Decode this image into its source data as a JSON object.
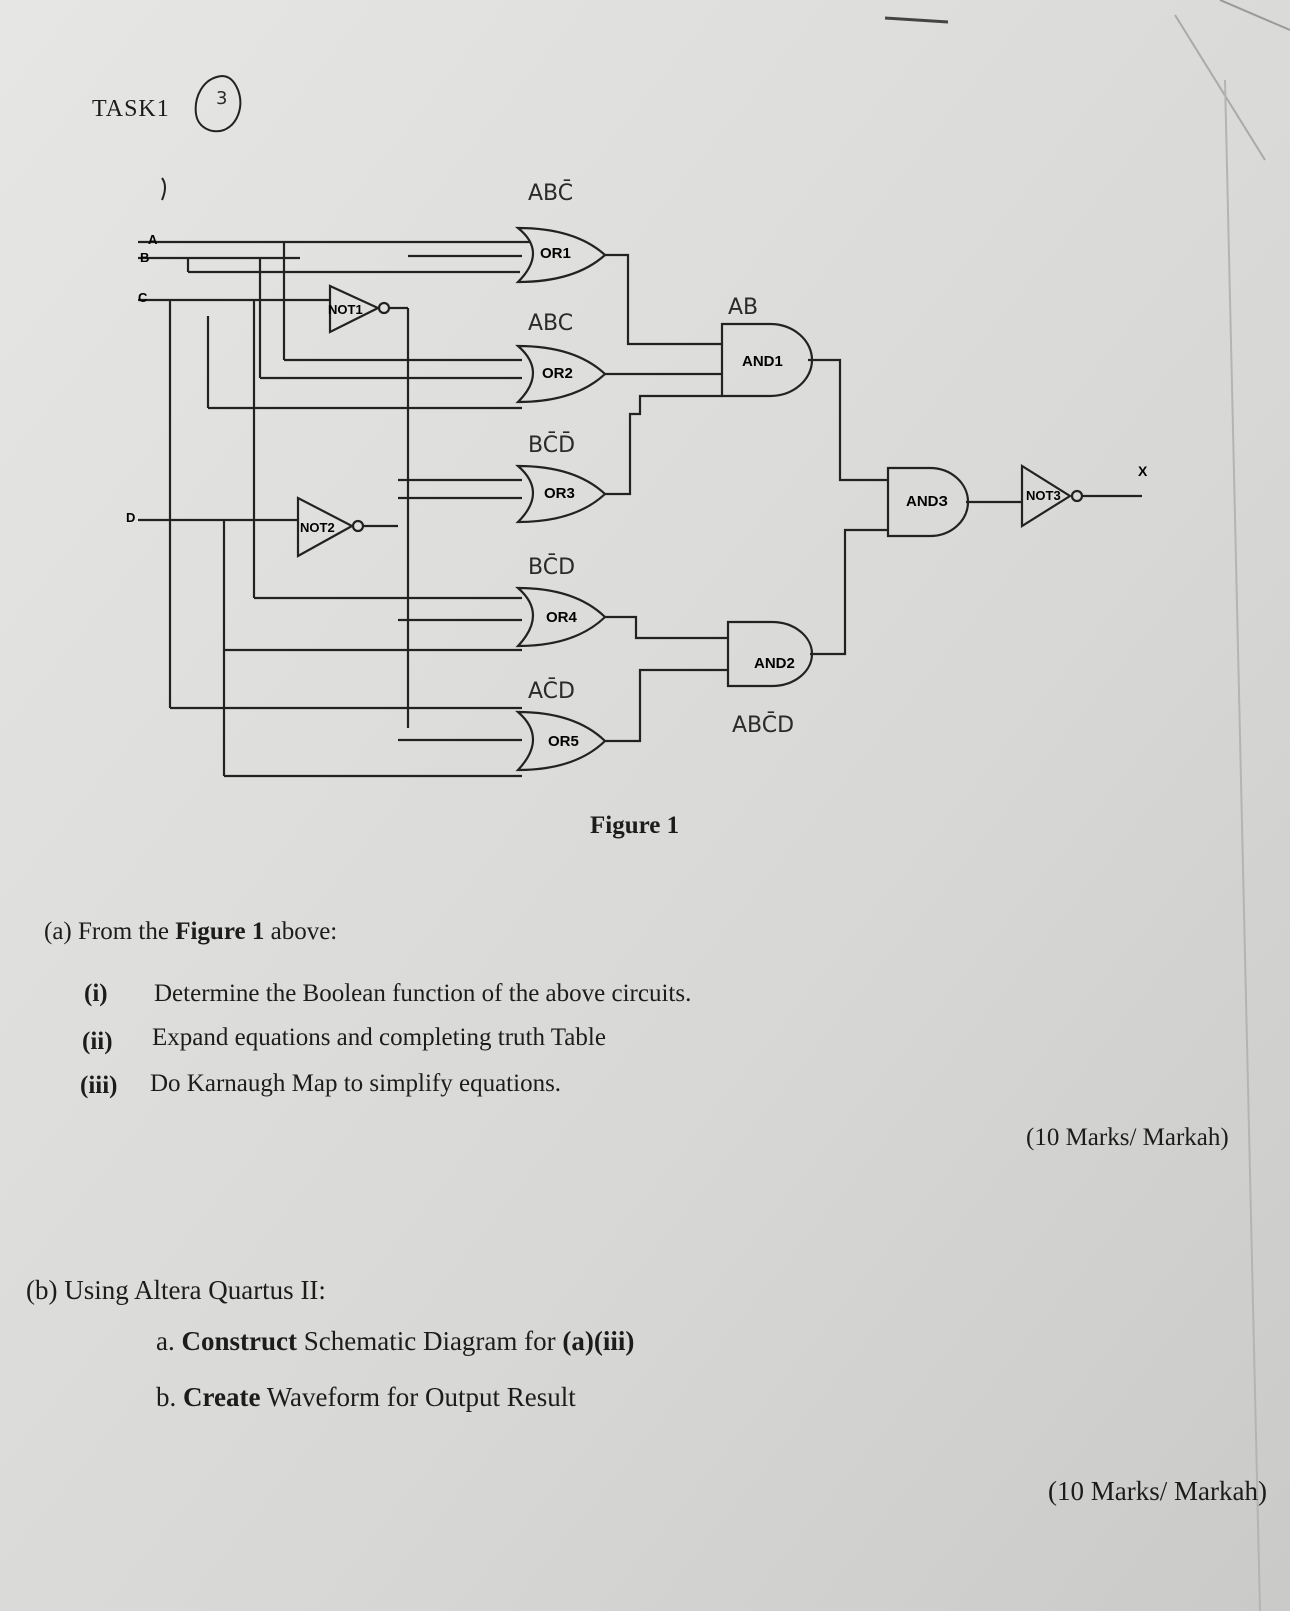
{
  "header": {
    "task_label": "TASK1",
    "circled_number": "3"
  },
  "figure": {
    "caption": "Figure 1",
    "inputs": [
      "A",
      "B",
      "C",
      "D"
    ],
    "output": "X",
    "gates": {
      "or1": "OR1",
      "or2": "OR2",
      "or3": "OR3",
      "or4": "OR4",
      "or5": "OR5",
      "and1": "AND1",
      "and2": "AND2",
      "and3": "ANDЗ",
      "not1": "NOT1",
      "not2": "NOT2",
      "not3": "NOT3"
    },
    "handwritten": {
      "or1_note": "ABC̄",
      "or2_note": "ABC",
      "or3_note": "BC̄D̄",
      "or4_note": "BC̄D",
      "or5_note": "AC̄D",
      "and1_note": "AB",
      "and2_note": "ABC̄D"
    }
  },
  "question_a": {
    "intro_prefix": "(a) From the ",
    "intro_bold": "Figure 1",
    "intro_suffix": " above:",
    "items": [
      {
        "num": "(i)",
        "text": "Determine the Boolean function of the above circuits."
      },
      {
        "num": "(ii)",
        "text": "Expand equations and completing truth Table"
      },
      {
        "num": "(iii)",
        "text": "Do Karnaugh Map to simplify equations."
      }
    ],
    "marks": "(10 Marks/ Markah)"
  },
  "question_b": {
    "intro": "(b) Using Altera Quartus II:",
    "items": [
      {
        "letter": "a.",
        "bold": "Construct",
        "rest": " Schematic Diagram for ",
        "bold2": "(a)(iii)"
      },
      {
        "letter": "b.",
        "bold": "Create",
        "rest": " Waveform for Output Result",
        "bold2": ""
      }
    ],
    "marks": "(10 Marks/ Markah)"
  }
}
